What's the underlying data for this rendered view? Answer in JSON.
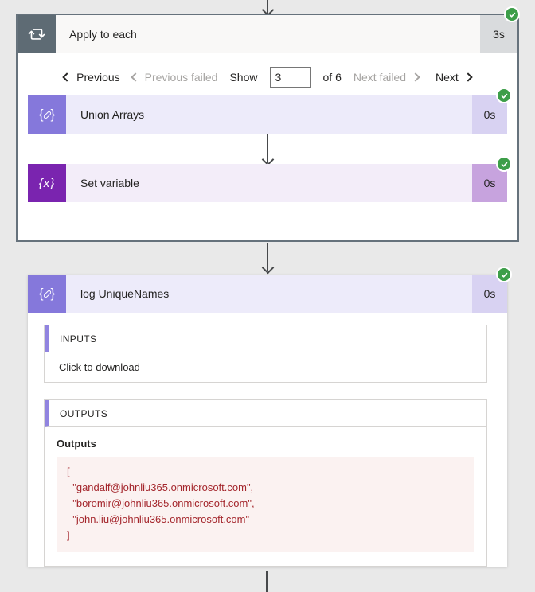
{
  "scope": {
    "title": "Apply to each",
    "duration": "3s",
    "status": "succeeded",
    "icon": "apply-to-each-loop-icon",
    "pagination": {
      "previous_label": "Previous",
      "previous_failed_label": "Previous failed",
      "show_label": "Show",
      "page_value": "3",
      "of_label": "of 6",
      "next_failed_label": "Next failed",
      "next_label": "Next"
    },
    "actions": [
      {
        "title": "Union Arrays",
        "duration": "0s",
        "icon": "compose-data-operation-icon",
        "status": "succeeded"
      },
      {
        "title": "Set variable",
        "duration": "0s",
        "icon": "set-variable-icon",
        "status": "succeeded",
        "glyph": "{x}"
      }
    ]
  },
  "action_card": {
    "title": "log UniqueNames",
    "duration": "0s",
    "icon": "compose-data-operation-icon",
    "status": "succeeded",
    "inputs_section": {
      "header": "INPUTS",
      "download_link": "Click to download"
    },
    "outputs_section": {
      "header": "OUTPUTS",
      "label": "Outputs",
      "code": "[\n  \"gandalf@johnliu365.onmicrosoft.com\",\n  \"boromir@johnliu365.onmicrosoft.com\",\n  \"john.liu@johnliu365.onmicrosoft.com\"\n]",
      "values": [
        "gandalf@johnliu365.onmicrosoft.com",
        "boromir@johnliu365.onmicrosoft.com",
        "john.liu@johnliu365.onmicrosoft.com"
      ]
    }
  },
  "icons": {
    "brace_left": "{",
    "brace_right": "}"
  },
  "colors": {
    "success_green": "#3d9e49",
    "scope_slate": "#5e6b74",
    "scope_border": "#66727c",
    "compose_purple": "#8578db",
    "compose_row_bg": "#edebfa",
    "compose_badge_bg": "#d8d2f2",
    "variable_purple": "#7a24af",
    "variable_row_bg": "#f3edf9",
    "variable_badge_bg": "#c7a3de",
    "code_red": "#a4262c",
    "code_bg": "#fbf2f1",
    "accent_bar": "#9184e0",
    "page_bg": "#e9e9e9"
  }
}
